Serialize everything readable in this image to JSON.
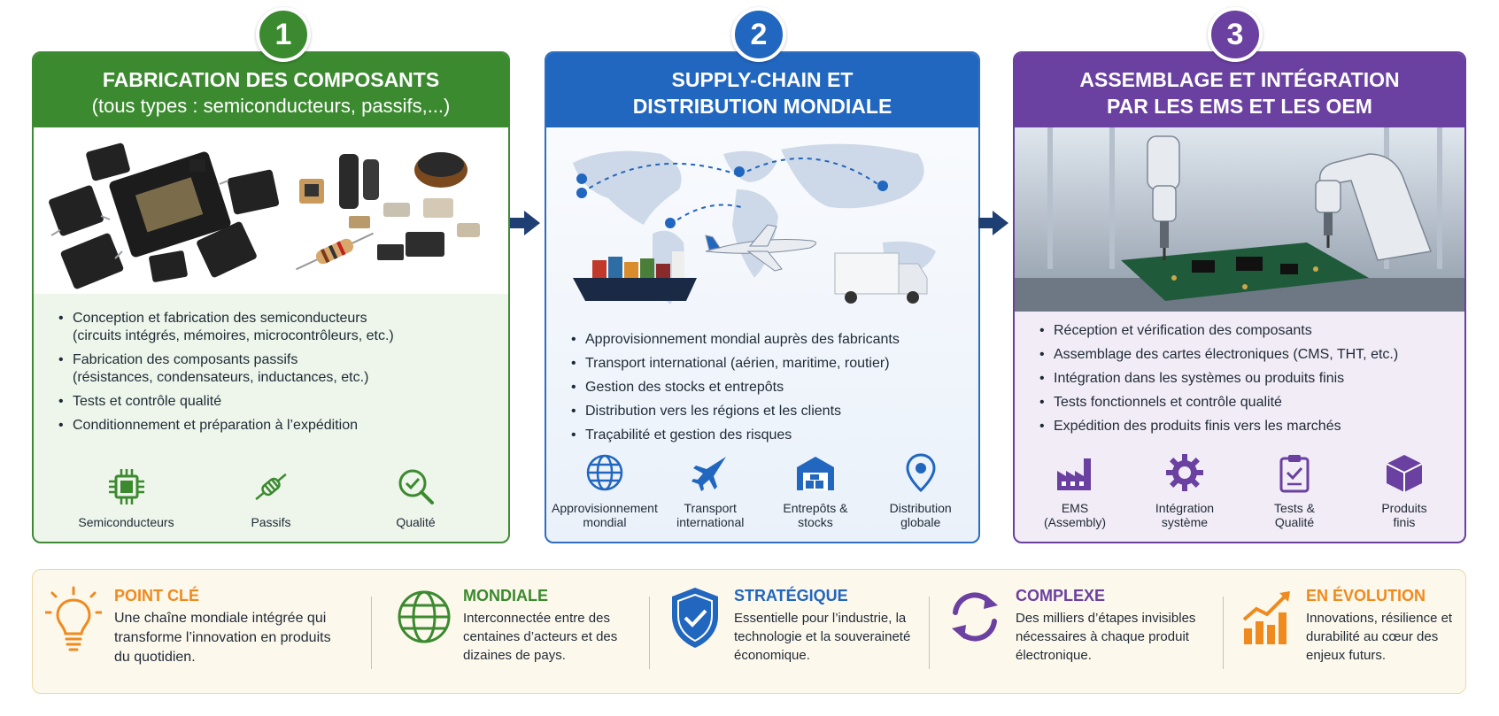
{
  "panels": [
    {
      "number": "1",
      "title": "FABRICATION DES COMPOSANTS",
      "subtitle": "(tous types : semiconducteurs, passifs,...)",
      "bullets": [
        {
          "line1": "Conception et fabrication des semiconducteurs",
          "line2": "(circuits intégrés, mémoires, microcontrôleurs, etc.)"
        },
        {
          "line1": "Fabrication des composants passifs",
          "line2": "(résistances, condensateurs, inductances, etc.)"
        },
        {
          "line1": "Tests et contrôle qualité",
          "line2": ""
        },
        {
          "line1": "Conditionnement et préparation à l’expédition",
          "line2": ""
        }
      ],
      "icons": [
        {
          "name": "chip-icon",
          "label": "Semiconducteurs"
        },
        {
          "name": "resistor-icon",
          "label": "Passifs"
        },
        {
          "name": "magnifier-check-icon",
          "label": "Qualité"
        }
      ]
    },
    {
      "number": "2",
      "title": "SUPPLY-CHAIN ET",
      "subtitle": "DISTRIBUTION MONDIALE",
      "bullets": [
        {
          "line1": "Approvisionnement mondial auprès des fabricants",
          "line2": ""
        },
        {
          "line1": "Transport international (aérien, maritime, routier)",
          "line2": ""
        },
        {
          "line1": "Gestion des stocks et entrepôts",
          "line2": ""
        },
        {
          "line1": "Distribution vers les régions et les clients",
          "line2": ""
        },
        {
          "line1": "Traçabilité et gestion des risques",
          "line2": ""
        }
      ],
      "icons": [
        {
          "name": "globe-icon",
          "label": "Approvisionnement\nmondial"
        },
        {
          "name": "airplane-icon",
          "label": "Transport\ninternational"
        },
        {
          "name": "warehouse-icon",
          "label": "Entrepôts &\nstocks"
        },
        {
          "name": "location-pin-icon",
          "label": "Distribution\nglobale"
        }
      ]
    },
    {
      "number": "3",
      "title": "ASSEMBLAGE ET INTÉGRATION",
      "subtitle": "PAR LES EMS ET LES OEM",
      "bullets": [
        {
          "line1": "Réception et vérification des composants",
          "line2": ""
        },
        {
          "line1": "Assemblage des cartes électroniques (CMS, THT, etc.)",
          "line2": ""
        },
        {
          "line1": "Intégration dans les systèmes ou produits finis",
          "line2": ""
        },
        {
          "line1": "Tests fonctionnels et contrôle qualité",
          "line2": ""
        },
        {
          "line1": "Expédition des produits finis vers les marchés",
          "line2": ""
        }
      ],
      "icons": [
        {
          "name": "factory-icon",
          "label": "EMS\n(Assembly)"
        },
        {
          "name": "gear-icon",
          "label": "Intégration\nsystème"
        },
        {
          "name": "clipboard-check-icon",
          "label": "Tests &\nQualité"
        },
        {
          "name": "box-icon",
          "label": "Produits\nfinis"
        }
      ]
    }
  ],
  "bottom": [
    {
      "title": "POINT CLÉ",
      "text": "Une chaîne mondiale intégrée qui transforme l’innovation en produits du quotidien.",
      "icon": "lightbulb-icon"
    },
    {
      "title": "MONDIALE",
      "text": "Interconnectée entre des centaines d’acteurs et des dizaines de pays.",
      "icon": "globe-icon"
    },
    {
      "title": "STRATÉGIQUE",
      "text": "Essentielle pour l’industrie, la technologie et la souveraineté économique.",
      "icon": "shield-check-icon"
    },
    {
      "title": "COMPLEXE",
      "text": "Des milliers d’étapes invisibles nécessaires à chaque produit électronique.",
      "icon": "cycle-arrows-icon"
    },
    {
      "title": "EN ÉVOLUTION",
      "text": "Innovations, résilience et durabilité au cœur des enjeux futurs.",
      "icon": "growth-chart-icon"
    }
  ],
  "colors": {
    "green": "#3b8a2f",
    "blue": "#2166bf",
    "purple": "#6a40a0",
    "orange": "#ef8a1e",
    "navy": "#1d3f73"
  }
}
